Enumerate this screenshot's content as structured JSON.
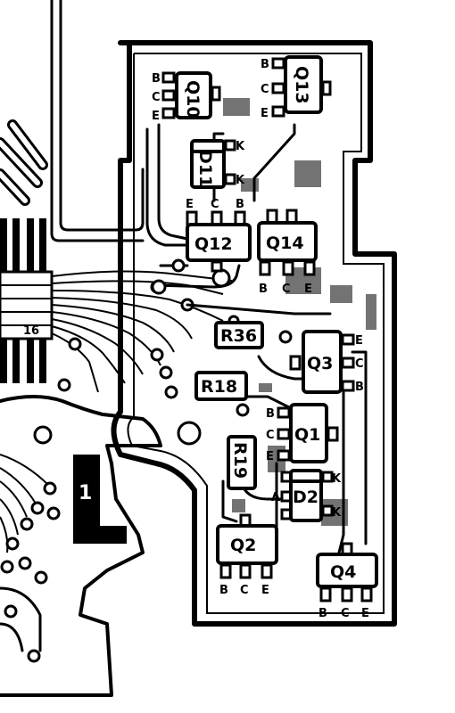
{
  "components": {
    "q10": {
      "label": "Q10",
      "pins": [
        "B",
        "C",
        "E"
      ]
    },
    "q13": {
      "label": "Q13",
      "pins": [
        "B",
        "C",
        "E"
      ]
    },
    "d11": {
      "label": "D11",
      "pins": [
        "K",
        "K"
      ]
    },
    "q12": {
      "label": "Q12",
      "pins": [
        "E",
        "C",
        "B"
      ]
    },
    "q14": {
      "label": "Q14",
      "pins": [
        "B",
        "C",
        "E"
      ]
    },
    "r36": {
      "label": "R36"
    },
    "r18": {
      "label": "R18"
    },
    "q3": {
      "label": "Q3",
      "pins": [
        "E",
        "C",
        "B"
      ]
    },
    "q1": {
      "label": "Q1",
      "pins": [
        "B",
        "C",
        "E"
      ]
    },
    "r19": {
      "label": "R19"
    },
    "d2": {
      "label": "D2",
      "pins": [
        "K",
        "A",
        "K"
      ]
    },
    "q2": {
      "label": "Q2",
      "pins": [
        "B",
        "C",
        "E"
      ]
    },
    "q4": {
      "label": "Q4",
      "pins": [
        "B",
        "C",
        "E"
      ]
    }
  },
  "connector": {
    "pin_label": "16"
  },
  "board_marker": {
    "label": "1"
  }
}
